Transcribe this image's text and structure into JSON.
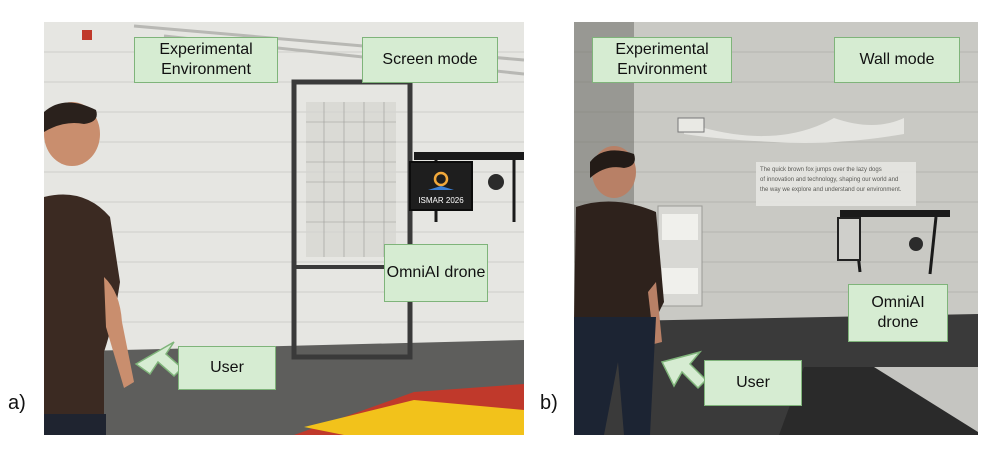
{
  "panel_a": {
    "letter": "a)",
    "labels": {
      "environment": "Experimental Environment",
      "mode": "Screen mode",
      "drone": "OmniAI drone",
      "user": "User"
    },
    "drone_screen_text": "ISMAR 2026"
  },
  "panel_b": {
    "letter": "b)",
    "labels": {
      "environment": "Experimental Environment",
      "mode": "Wall mode",
      "drone": "OmniAI drone",
      "user": "User"
    },
    "projection_text": [
      "The quick brown fox jumps over the lazy dogs",
      "of innovation and technology, shaping our world and",
      "the way we explore and understand our environment."
    ]
  },
  "colors": {
    "label_fill": "#d6ecd2",
    "label_border": "#7fb47a"
  }
}
